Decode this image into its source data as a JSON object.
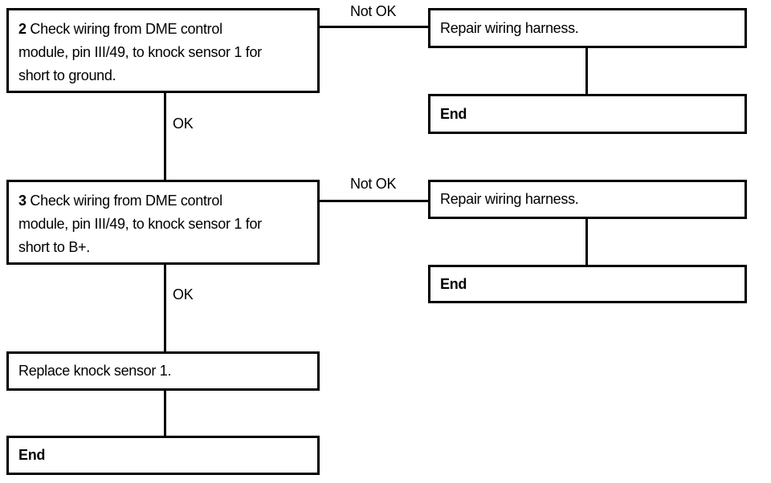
{
  "colors": {
    "ink": "#000000",
    "paper": "#ffffff"
  },
  "flowchart": {
    "step2": {
      "number": "2",
      "lines": [
        "Check wiring from DME control",
        "module, pin III/49, to knock sensor 1 for",
        "short to ground."
      ]
    },
    "repair1": {
      "text": "Repair wiring harness."
    },
    "end1": {
      "text": "End"
    },
    "step3": {
      "number": "3",
      "lines": [
        "Check wiring from DME control",
        "module, pin III/49, to knock sensor 1 for",
        "short to B+."
      ]
    },
    "repair2": {
      "text": "Repair wiring harness."
    },
    "end2": {
      "text": "End"
    },
    "replace": {
      "text": "Replace knock sensor 1."
    },
    "end3": {
      "text": "End"
    },
    "labels": {
      "not_ok_1": "Not OK",
      "ok_1": "OK",
      "not_ok_2": "Not OK",
      "ok_2": "OK"
    }
  }
}
